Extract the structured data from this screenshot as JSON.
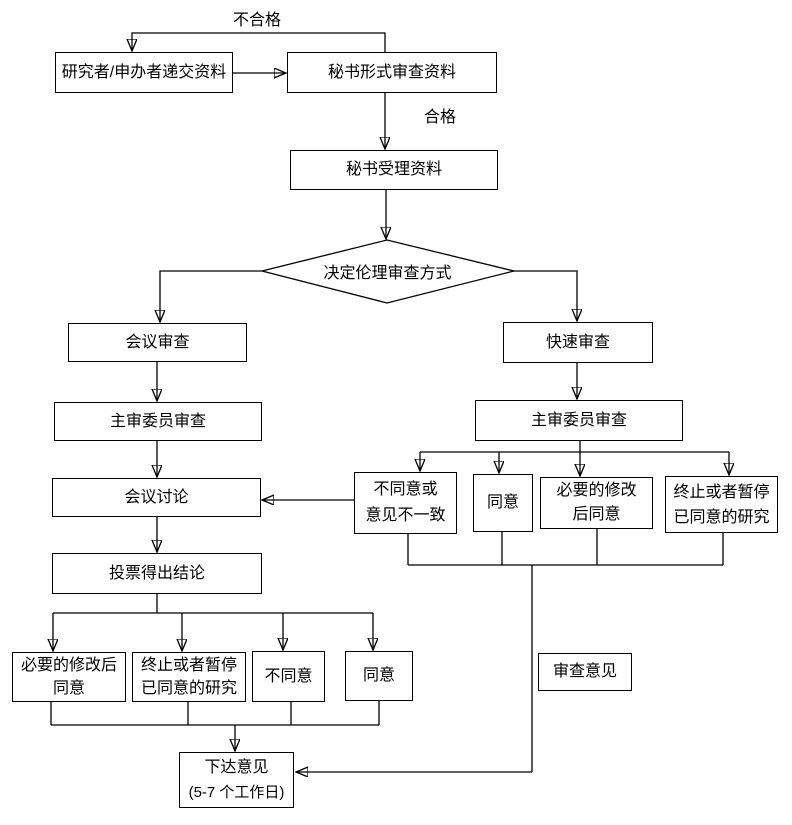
{
  "diagram": {
    "type": "flowchart",
    "colors": {
      "line": "#000000",
      "background": "#ffffff",
      "text": "#000000"
    },
    "edge_labels": {
      "fail": "不合格",
      "pass": "合格"
    },
    "nodes": {
      "submit": {
        "label": "研究者/申办者递交资料"
      },
      "formal_review": {
        "label": "秘书形式审查资料"
      },
      "accept": {
        "label": "秘书受理资料"
      },
      "decide": {
        "label": "决定伦理审查方式"
      },
      "meeting_review": {
        "label": "会议审查"
      },
      "chief_review_left": {
        "label": "主审委员审查"
      },
      "meeting_discussion": {
        "label": "会议讨论"
      },
      "vote": {
        "label": "投票得出结论"
      },
      "outcome_modify_left": {
        "line1": "必要的修改后",
        "line2": "同意"
      },
      "outcome_terminate_left": {
        "line1": "终止或者暂停",
        "line2": "已同意的研究"
      },
      "outcome_disagree_left": {
        "label": "不同意"
      },
      "outcome_agree_left": {
        "label": "同意"
      },
      "fast_review": {
        "label": "快速审查"
      },
      "chief_review_right": {
        "label": "主审委员审查"
      },
      "outcome_disagree_right": {
        "line1": "不同意或",
        "line2": "意见不一致"
      },
      "outcome_agree_right": {
        "label": "同意"
      },
      "outcome_modify_right": {
        "line1": "必要的修改",
        "line2": "后同意"
      },
      "outcome_terminate_right": {
        "line1": "终止或者暂停",
        "line2": "已同意的研究"
      },
      "review_opinion": {
        "label": "审查意见"
      },
      "issue_opinion": {
        "line1": "下达意见",
        "line2": "(5-7 个工作日)"
      }
    }
  }
}
